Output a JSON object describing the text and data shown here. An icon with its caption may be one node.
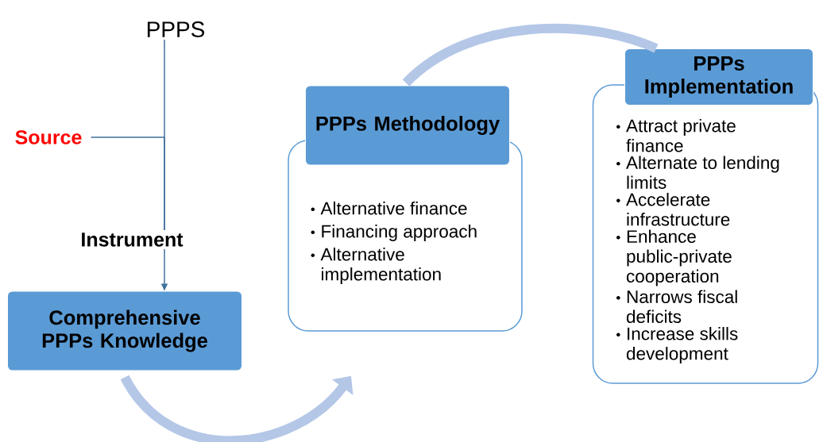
{
  "diagram": {
    "nodes": [
      {
        "text": [
          "PPPS"
        ]
      },
      {
        "text": [
          "Source"
        ]
      },
      {
        "text": [
          "Instrument"
        ]
      },
      {
        "text": [
          "Comprehensive PPPs Knowledge"
        ]
      },
      {
        "text": [
          "PPPs Methodology"
        ]
      },
      {
        "text": [
          "Alternative finance",
          "Financing approach",
          "Alternative implementation"
        ]
      },
      {
        "text": [
          "PPPs Implementation"
        ]
      },
      {
        "text": [
          "Attract private finance",
          "Alternate to lending limits",
          "Accelerate infrastructure",
          "Enhance public-private cooperation",
          "Narrows fiscal deficits",
          "Increase skills development"
        ]
      }
    ],
    "edges": [
      {
        "from": 0,
        "to": 2,
        "arrow": "none"
      },
      {
        "from": 1,
        "to": 2,
        "arrow": "none"
      },
      {
        "from": 2,
        "to": 3,
        "arrow": "to"
      },
      {
        "from": 3,
        "to": 5,
        "arrow": "to",
        "style": "thick",
        "color": "#b4c7e7"
      },
      {
        "from": 4,
        "to": 6,
        "arrow": "none",
        "style": "thick",
        "color": "#b4c7e7"
      }
    ]
  }
}
